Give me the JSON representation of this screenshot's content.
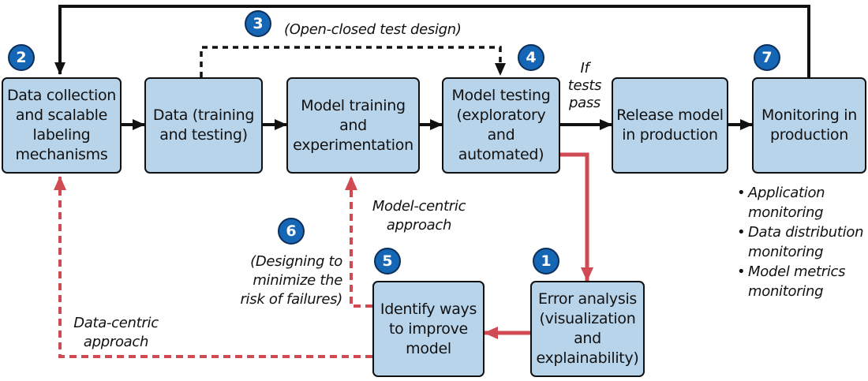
{
  "boxes": {
    "data_collection": "Data collection\nand scalable\nlabeling\nmechanisms",
    "data": "Data (training\nand testing)",
    "model_training": "Model training\nand\nexperimentation",
    "model_testing": "Model testing\n(exploratory\nand\nautomated)",
    "release": "Release model\nin production",
    "monitoring": "Monitoring in\nproduction",
    "error_analysis": "Error analysis\n(visualization\nand\nexplainability)",
    "identify": "Identify ways\nto improve\nmodel"
  },
  "badges": [
    "1",
    "2",
    "3",
    "4",
    "5",
    "6",
    "7"
  ],
  "labels": {
    "open_closed": "(Open-closed test design)",
    "if_tests_pass": "If\ntests\npass",
    "model_centric": "Model-centric\napproach",
    "designing": "(Designing to\nminimize the\nrisk of failures)",
    "data_centric": "Data-centric\napproach"
  },
  "monitoring_bullets": [
    {
      "line1": "Application",
      "line2": "monitoring"
    },
    {
      "line1": "Data distribution",
      "line2": "monitoring"
    },
    {
      "line1": "Model metrics",
      "line2": "monitoring"
    }
  ],
  "colors": {
    "box_fill": "#b8d4ea",
    "badge_fill": "#1566b4",
    "red_arrow": "#cf4a52",
    "black_arrow": "#111111"
  }
}
